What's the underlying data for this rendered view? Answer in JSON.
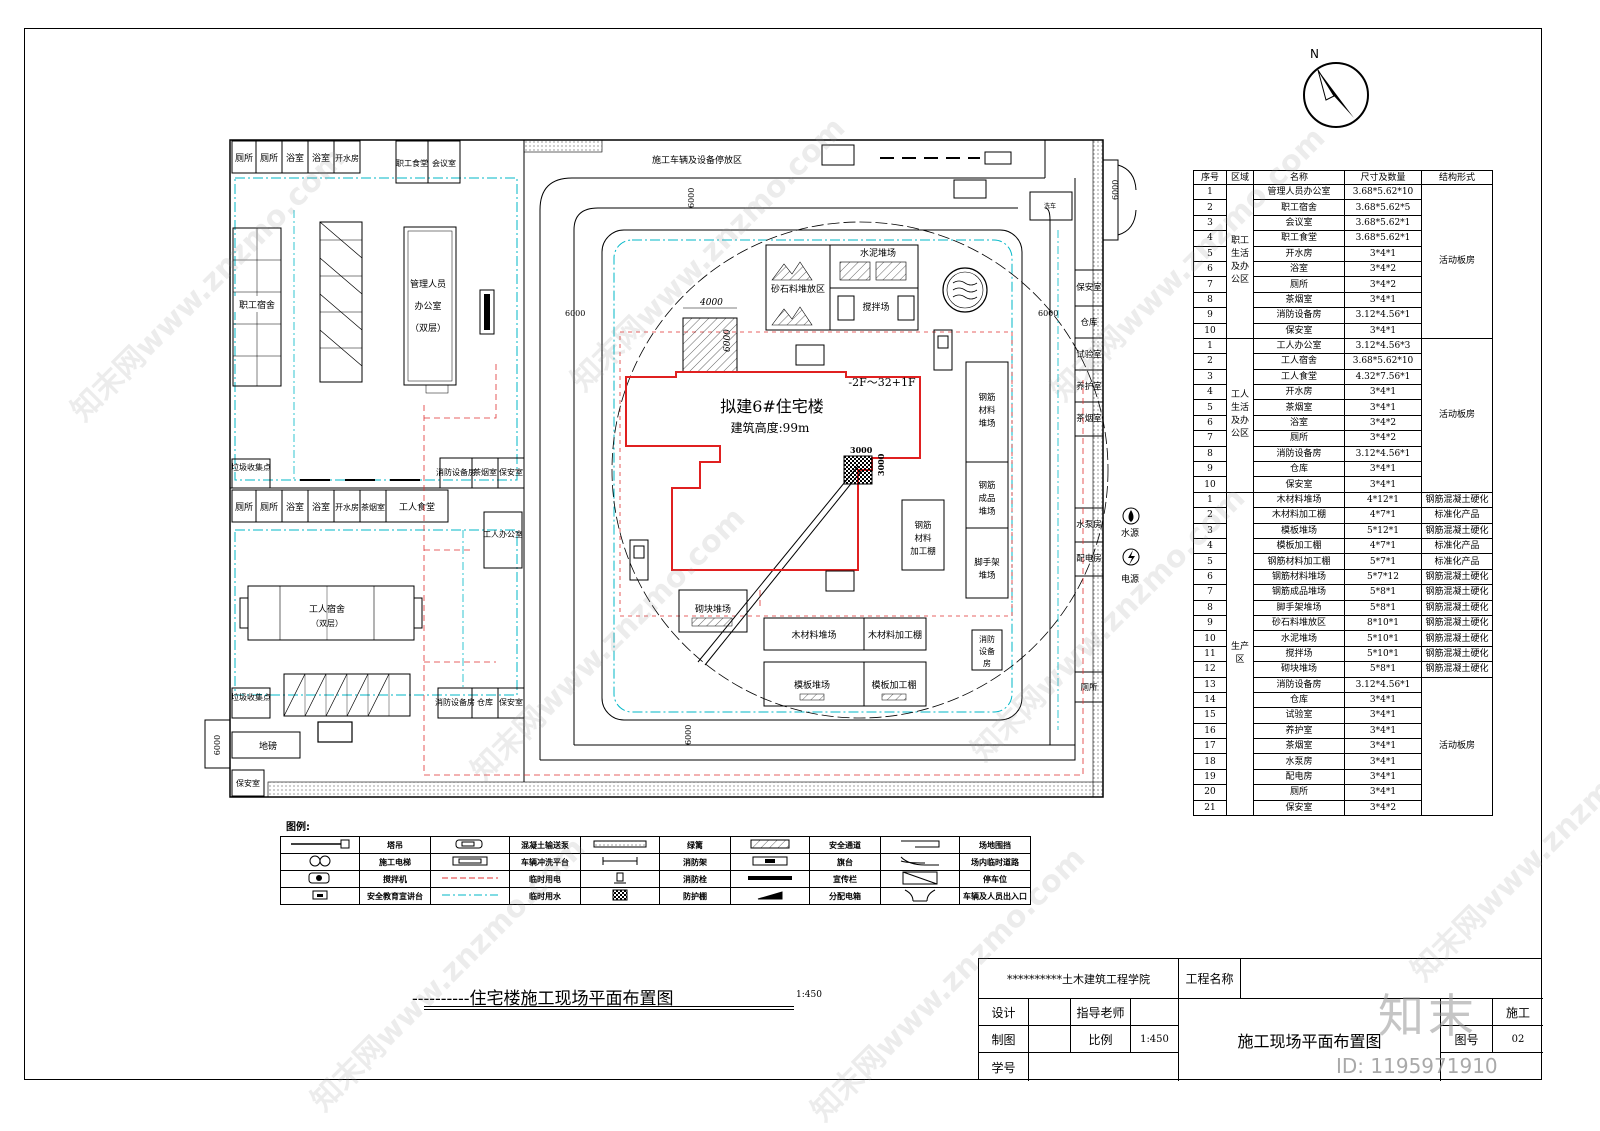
{
  "north_label": "N",
  "site": {
    "top_road_label": "施工车辆及设备停放区",
    "building_name": "拟建6#住宅楼",
    "building_height": "建筑高度:99m",
    "building_floors": "-2F～32+1F",
    "dim_6000": "6000",
    "dim_4000": "4000",
    "dim_3000": "3000",
    "water_label": "水源",
    "power_label": "电源"
  },
  "rooms": {
    "toilet": "厕所",
    "bath": "浴室",
    "boiler": "开水房",
    "staff_canteen": "职工食堂",
    "meeting": "会议室",
    "staff_dorm": "职工宿舍",
    "mgmt_office_1": "管理人员",
    "mgmt_office_2": "办公室",
    "mgmt_office_3": "（双层）",
    "garbage": "垃圾收集点",
    "fire_equip": "消防设备房",
    "smoking": "茶烟室",
    "guard": "保安室",
    "worker_canteen": "工人食堂",
    "worker_office": "工人办公室",
    "worker_dorm_1": "工人宿舍",
    "worker_dorm_2": "（双层）",
    "warehouse": "仓库",
    "wash_pit": "地磅",
    "sand_yard": "砂石料堆放区",
    "cement_yard": "水泥堆场",
    "mixing": "搅拌场",
    "rebar_material": "钢筋材料堆场",
    "rebar_product": "钢筋成品堆场",
    "rebar_shed": "钢筋材料加工棚",
    "scaffold": "脚手架堆场",
    "block_yard": "砌块堆场",
    "wood_yard": "木材料堆场",
    "wood_shed": "木材料加工棚",
    "form_yard": "模板堆场",
    "form_shed": "模板加工棚",
    "fire_room": "消防设备房",
    "test_room": "试验室",
    "curing_room": "养护室",
    "smoke_room": "茶烟室",
    "pump_room": "水泵房",
    "power_room": "配电房",
    "right_toilet": "厕所",
    "right_guard": "保安室",
    "right_store": "仓库",
    "wash_label": "洗车"
  },
  "schedule": {
    "headers": [
      "序号",
      "区域",
      "名称",
      "尺寸及数量",
      "结构形式"
    ],
    "groups": [
      {
        "area": "职工生活及办公区",
        "structure": "活动板房",
        "rows": [
          [
            "1",
            "管理人员办公室",
            "3.68*5.62*10"
          ],
          [
            "2",
            "职工宿舍",
            "3.68*5.62*5"
          ],
          [
            "3",
            "会议室",
            "3.68*5.62*1"
          ],
          [
            "4",
            "职工食堂",
            "3.68*5.62*1"
          ],
          [
            "5",
            "开水房",
            "3*4*1"
          ],
          [
            "6",
            "浴室",
            "3*4*2"
          ],
          [
            "7",
            "厕所",
            "3*4*2"
          ],
          [
            "8",
            "茶烟室",
            "3*4*1"
          ],
          [
            "9",
            "消防设备房",
            "3.12*4.56*1"
          ],
          [
            "10",
            "保安室",
            "3*4*1"
          ]
        ]
      },
      {
        "area": "工人生活及办公区",
        "structure": "活动板房",
        "rows": [
          [
            "1",
            "工人办公室",
            "3.12*4.56*3"
          ],
          [
            "2",
            "工人宿舍",
            "3.68*5.62*10"
          ],
          [
            "3",
            "工人食堂",
            "4.32*7.56*1"
          ],
          [
            "4",
            "开水房",
            "3*4*1"
          ],
          [
            "5",
            "茶烟室",
            "3*4*1"
          ],
          [
            "6",
            "浴室",
            "3*4*2"
          ],
          [
            "7",
            "厕所",
            "3*4*2"
          ],
          [
            "8",
            "消防设备房",
            "3.12*4.56*1"
          ],
          [
            "9",
            "仓库",
            "3*4*1"
          ],
          [
            "10",
            "保安室",
            "3*4*1"
          ]
        ]
      },
      {
        "area": "生产区",
        "rows": [
          [
            "1",
            "木材料堆场",
            "4*12*1",
            "钢筋混凝土硬化"
          ],
          [
            "2",
            "木材料加工棚",
            "4*7*1",
            "标准化产品"
          ],
          [
            "3",
            "模板堆场",
            "5*12*1",
            "钢筋混凝土硬化"
          ],
          [
            "4",
            "模板加工棚",
            "4*7*1",
            "标准化产品"
          ],
          [
            "5",
            "钢筋材料加工棚",
            "5*7*1",
            "标准化产品"
          ],
          [
            "6",
            "钢筋材料堆场",
            "5*7*12",
            "钢筋混凝土硬化"
          ],
          [
            "7",
            "钢筋成品堆场",
            "5*8*1",
            "钢筋混凝土硬化"
          ],
          [
            "8",
            "脚手架堆场",
            "5*8*1",
            "钢筋混凝土硬化"
          ],
          [
            "9",
            "砂石料堆放区",
            "8*10*1",
            "钢筋混凝土硬化"
          ],
          [
            "10",
            "水泥堆场",
            "5*10*1",
            "钢筋混凝土硬化"
          ],
          [
            "11",
            "搅拌场",
            "5*10*1",
            "钢筋混凝土硬化"
          ],
          [
            "12",
            "砌块堆场",
            "5*8*1",
            "钢筋混凝土硬化"
          ],
          [
            "13",
            "消防设备房",
            "3.12*4.56*1",
            ""
          ],
          [
            "14",
            "仓库",
            "3*4*1",
            ""
          ],
          [
            "15",
            "试验室",
            "3*4*1",
            ""
          ],
          [
            "16",
            "养护室",
            "3*4*1",
            ""
          ],
          [
            "17",
            "茶烟室",
            "3*4*1",
            ""
          ],
          [
            "18",
            "水泵房",
            "3*4*1",
            ""
          ],
          [
            "19",
            "配电房",
            "3*4*1",
            ""
          ],
          [
            "20",
            "厕所",
            "3*4*1",
            ""
          ],
          [
            "21",
            "保安室",
            "3*4*2",
            ""
          ]
        ],
        "structure_tail": "活动板房"
      }
    ]
  },
  "legend": {
    "title": "图例:",
    "items": [
      [
        "塔吊",
        "混凝土输送泵",
        "绿篱",
        "安全通道",
        "场地围挡"
      ],
      [
        "施工电梯",
        "车辆冲洗平台",
        "消防架",
        "旗台",
        "场内临时道路"
      ],
      [
        "搅拌机",
        "临时用电",
        "消防栓",
        "宣传栏",
        "停车位"
      ],
      [
        "安全教育宣讲台",
        "临时用水",
        "防护棚",
        "分配电箱",
        "车辆及人员出入口"
      ]
    ]
  },
  "drawing_title": "----------住宅楼施工现场平面布置图",
  "drawing_scale": "1:450",
  "title_block": {
    "school": "**********土木建筑工程学院",
    "project_label": "工程名称",
    "design": "设计",
    "advisor": "指导老师",
    "drawn": "制图",
    "scale_label": "比例",
    "scale_value": "1:450",
    "student_no": "学号",
    "sheet_title": "施工现场平面布置图",
    "drawing_no_label": "图号",
    "drawing_no": "02",
    "category": "施工"
  },
  "watermark": {
    "text": "知末网www.znzmo.com",
    "logo": "知末",
    "id": "ID: 1195971910"
  }
}
